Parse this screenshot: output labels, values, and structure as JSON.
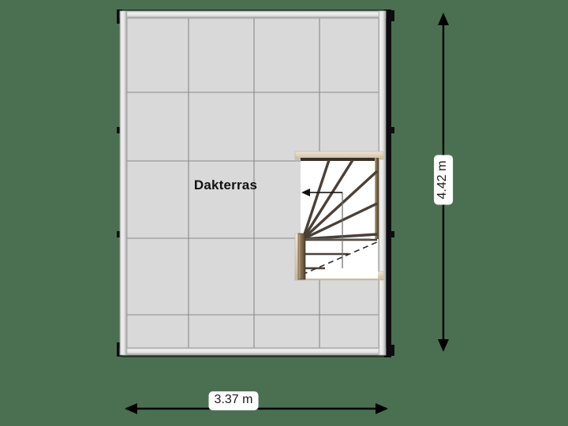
{
  "plan": {
    "background_color": "#4a7051",
    "rooms": [
      {
        "id": "dakterras",
        "label": "Dakterras",
        "fill_color": "#d9d9d9",
        "grid_line_color": "#8a8a8a"
      }
    ],
    "dimensions": {
      "width_label": "3.37 m",
      "height_label": "4.42 m",
      "line_color": "#000000",
      "label_background": "#ffffff"
    },
    "walls": {
      "railing_color": "#e8e8e8",
      "railing_edge_color": "#9a9a9a",
      "solid_wall_color": "#0d0d0d"
    },
    "staircase": {
      "name": "winder-staircase",
      "direction_arrow": "left",
      "tread_color": "#4a4038",
      "frame_color": "#e0d5c0",
      "frame_inner_color": "#3a3028",
      "newel_color": "#7a6449",
      "fill_color": "#ffffff",
      "break_line_style": "dashed"
    }
  }
}
